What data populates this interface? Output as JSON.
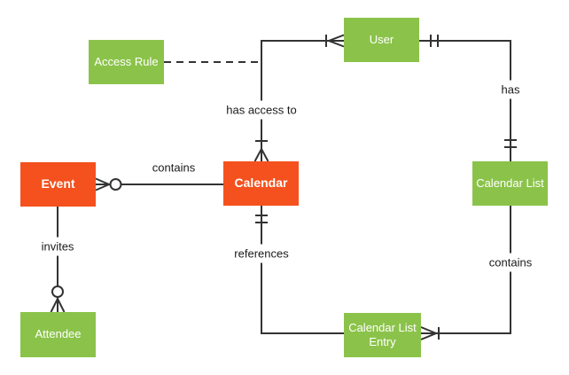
{
  "diagram": {
    "type": "entity-relationship",
    "background": "#ffffff",
    "colors": {
      "entity_orange": "#F4511E",
      "entity_green": "#8BC34A",
      "line": "#333333",
      "entity_text": "#ffffff",
      "label_text": "#1a1a1a"
    },
    "entities": {
      "access_rule": {
        "label": "Access Rule",
        "color": "green"
      },
      "user": {
        "label": "User",
        "color": "green"
      },
      "event": {
        "label": "Event",
        "color": "orange"
      },
      "calendar": {
        "label": "Calendar",
        "color": "orange"
      },
      "calendar_list": {
        "label": "Calendar List",
        "color": "green"
      },
      "attendee": {
        "label": "Attendee",
        "color": "green"
      },
      "calendar_list_entry": {
        "label": "Calendar List Entry",
        "color": "green"
      }
    },
    "relationships": {
      "calendar_contains_events": {
        "label": "contains",
        "from": "Calendar",
        "to": "Event",
        "notation_at_event": "zero or many"
      },
      "user_has_access_to_calendar": {
        "label": "has access to",
        "from": "User",
        "to": "Calendar",
        "notation_at_user": "one or many",
        "notation_at_calendar": "one or many"
      },
      "user_has_calendar_list": {
        "label": "has",
        "from": "User",
        "to": "Calendar List",
        "notation_at_user": "one and only one",
        "notation_at_calendar_list": "one and only one"
      },
      "calendar_list_contains_entries": {
        "label": "contains",
        "from": "Calendar List",
        "to": "Calendar List Entry",
        "notation_at_entry": "one or many"
      },
      "entry_references_calendar": {
        "label": "references",
        "from": "Calendar List Entry",
        "to": "Calendar",
        "notation_at_calendar": "one and only one"
      },
      "event_invites_attendees": {
        "label": "invites",
        "from": "Event",
        "to": "Attendee",
        "notation_at_attendee": "zero or many"
      },
      "access_rule_association": {
        "label": "",
        "from": "Access Rule",
        "to": "User / Calendar relationship",
        "style": "dashed"
      }
    }
  }
}
